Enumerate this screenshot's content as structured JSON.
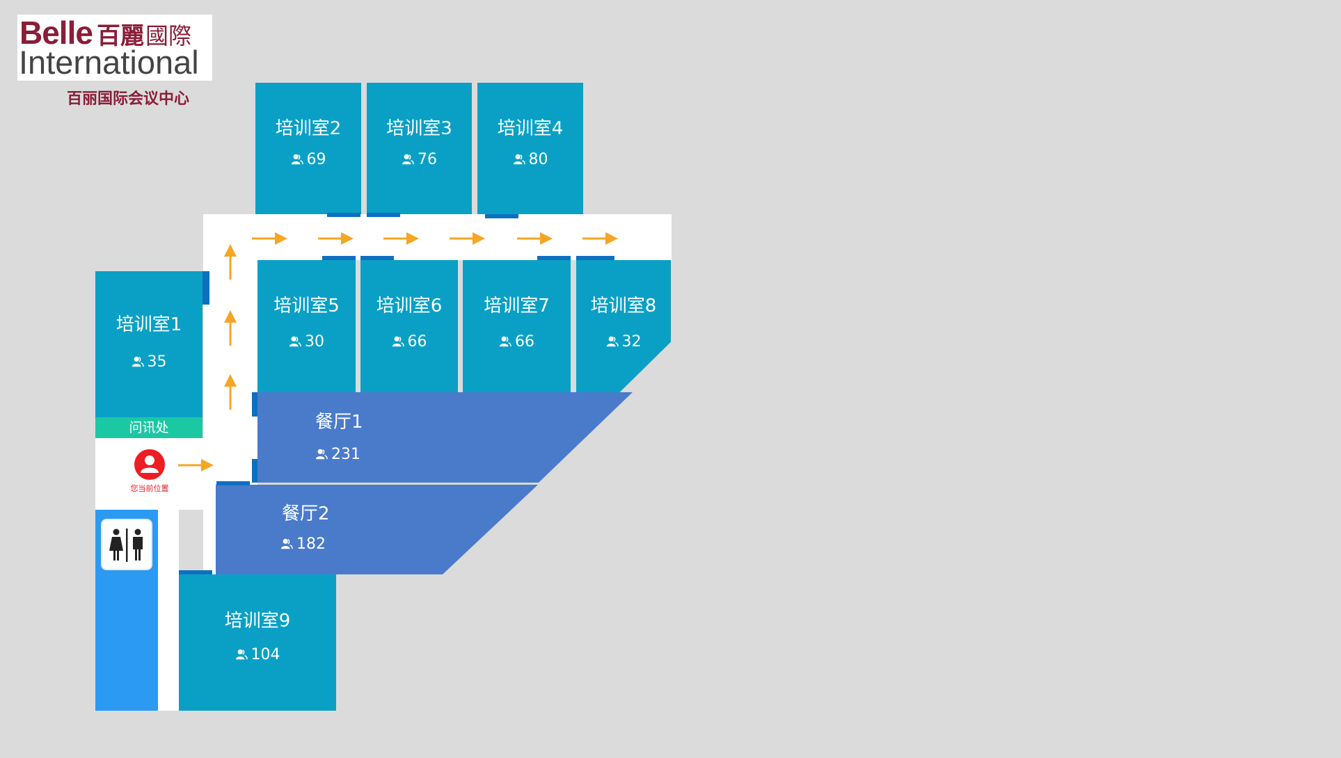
{
  "logo": {
    "brand_en": "Belle",
    "brand_cn_bold": "百麗",
    "brand_cn_light": "國際",
    "brand_sub": "International",
    "subtitle": "百丽国际会议中心"
  },
  "colors": {
    "background": "#dbdbdb",
    "corridor": "#ffffff",
    "training_room": "#0aa0c6",
    "dining_hall": "#4a7bcb",
    "door": "#0e6fc0",
    "arrow": "#f5a623",
    "info_desk": "#1cc8a4",
    "restroom": "#2b9af3",
    "current_location": "#ee1c23",
    "brand": "#8a1d37"
  },
  "rooms": [
    {
      "id": "r2",
      "name": "培训室2",
      "capacity": "69"
    },
    {
      "id": "r3",
      "name": "培训室3",
      "capacity": "76"
    },
    {
      "id": "r4",
      "name": "培训室4",
      "capacity": "80"
    },
    {
      "id": "r1",
      "name": "培训室1",
      "capacity": "35"
    },
    {
      "id": "r5",
      "name": "培训室5",
      "capacity": "30"
    },
    {
      "id": "r6",
      "name": "培训室6",
      "capacity": "66"
    },
    {
      "id": "r7",
      "name": "培训室7",
      "capacity": "66"
    },
    {
      "id": "r8",
      "name": "培训室8",
      "capacity": "32"
    },
    {
      "id": "r9",
      "name": "培训室9",
      "capacity": "104"
    }
  ],
  "halls": [
    {
      "id": "h1",
      "name": "餐厅1",
      "capacity": "231"
    },
    {
      "id": "h2",
      "name": "餐厅2",
      "capacity": "182"
    }
  ],
  "info_desk": {
    "label": "问讯处"
  },
  "current_location": {
    "label": "您当前位置",
    "icon": "person-pin-icon"
  },
  "restroom": {
    "icon": "restroom-icon"
  },
  "icons": {
    "capacity": "person-icon",
    "direction": "arrow-icon"
  }
}
